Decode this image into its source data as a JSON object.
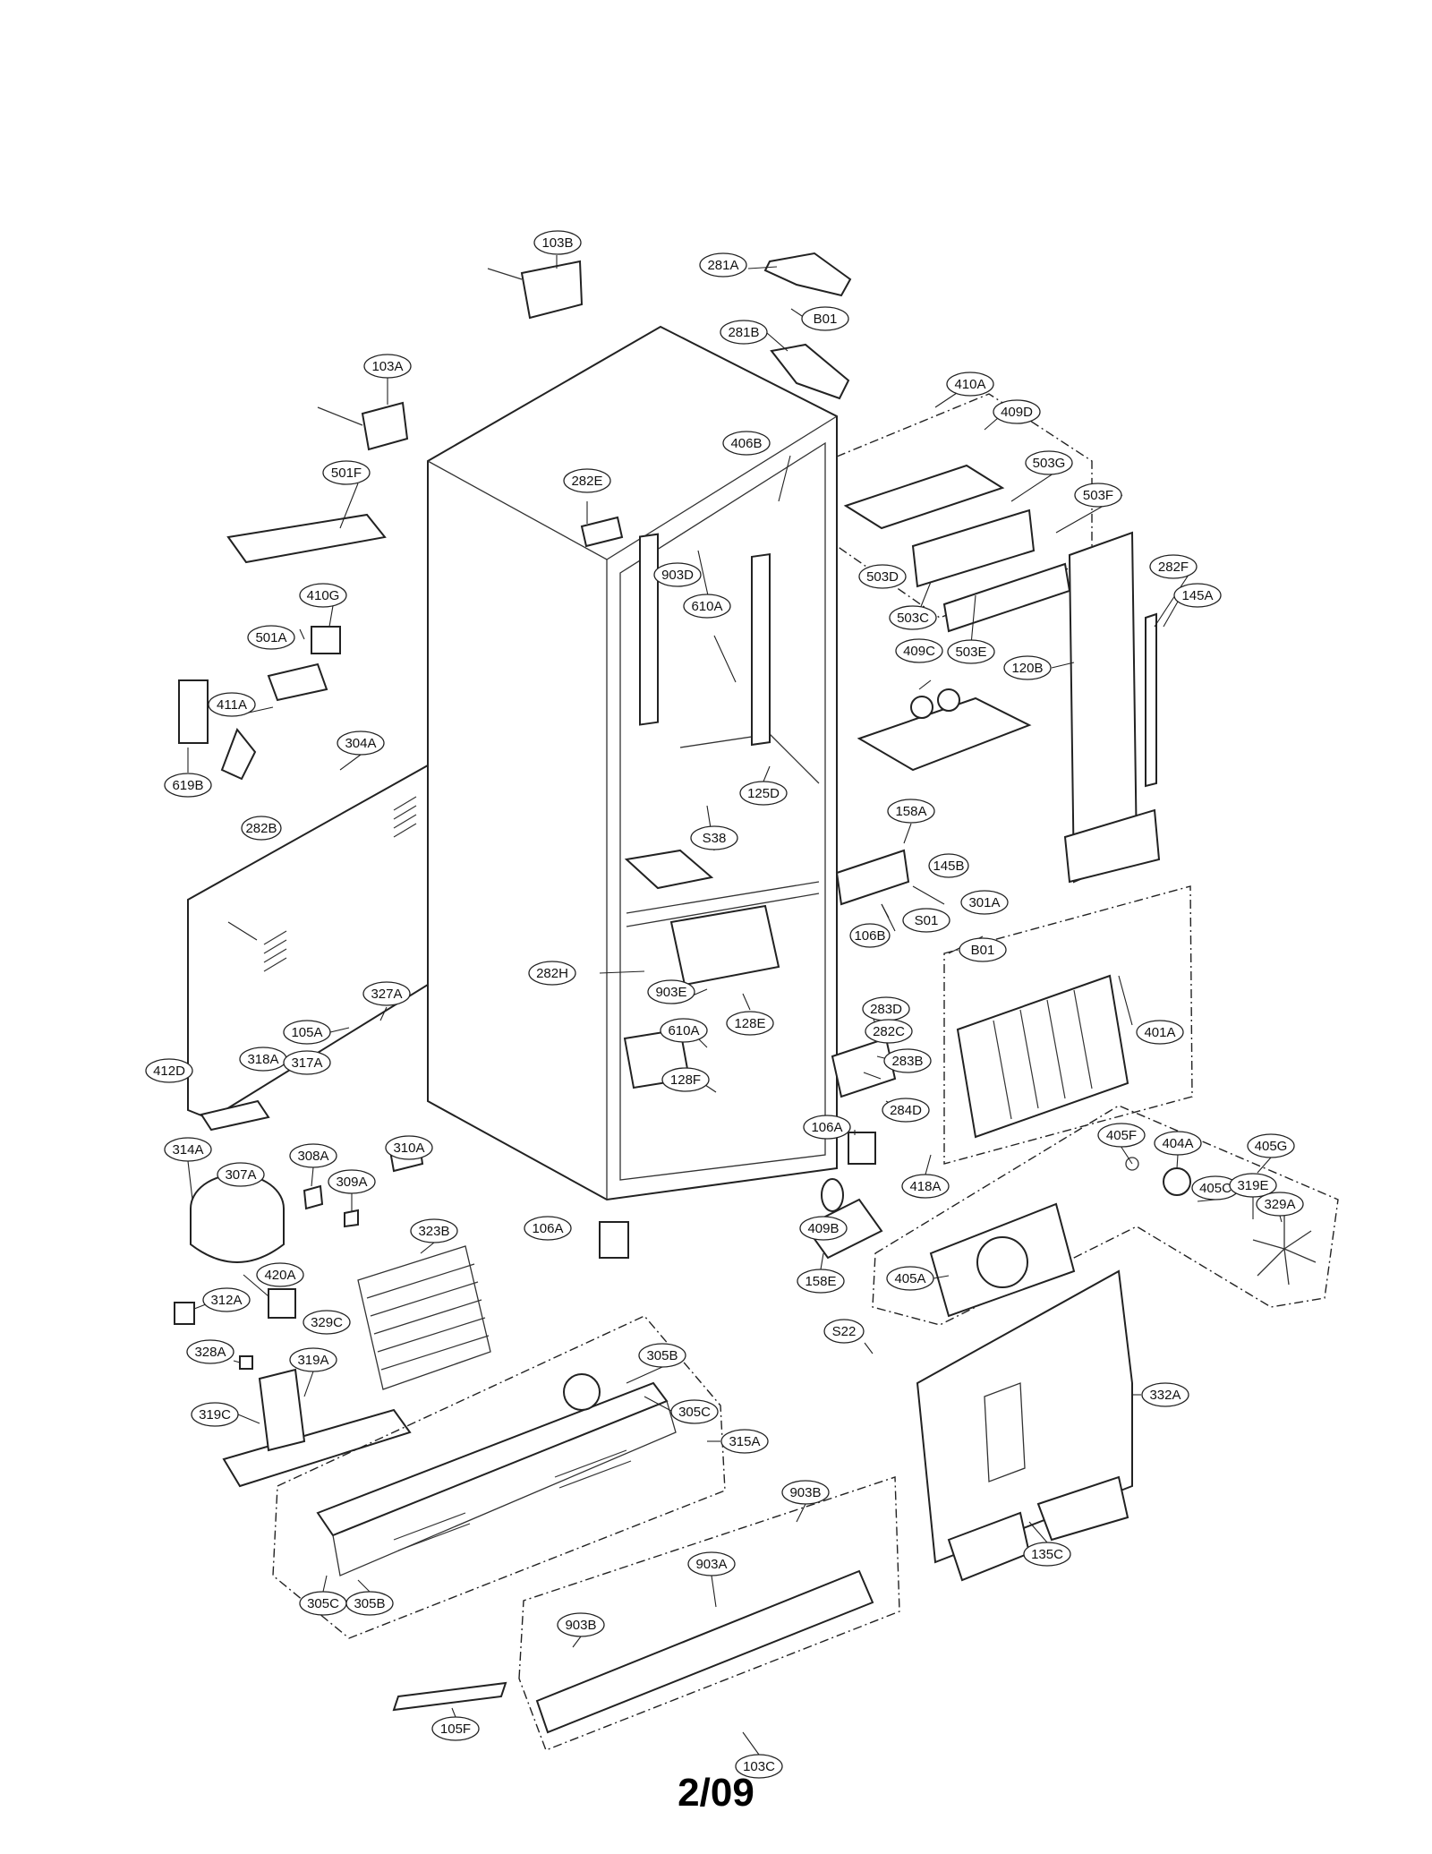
{
  "page_number": "2/09",
  "callouts": [
    "103B",
    "281A",
    "B01",
    "281B",
    "103A",
    "410A",
    "409D",
    "406B",
    "282E",
    "503G",
    "501F",
    "503F",
    "903D",
    "282F",
    "503D",
    "145A",
    "610A",
    "410G",
    "503C",
    "503E",
    "409C",
    "120B",
    "501A",
    "411A",
    "304A",
    "619B",
    "125D",
    "158A",
    "282B",
    "S38",
    "145B",
    "S01",
    "106B",
    "B01",
    "301A",
    "282H",
    "903E",
    "128E",
    "283D",
    "327A",
    "105A",
    "610A",
    "282C",
    "401A",
    "412D",
    "318A",
    "317A",
    "283B",
    "128F",
    "284D",
    "106A",
    "405F",
    "404A",
    "405G",
    "307A",
    "314A",
    "310A",
    "418A",
    "405C",
    "319E",
    "308A",
    "409B",
    "329A",
    "309A",
    "323B",
    "106A",
    "158E",
    "405A",
    "420A",
    "312A",
    "329C",
    "S22",
    "328A",
    "305B",
    "305C",
    "319A",
    "332A",
    "319C",
    "315A",
    "903B",
    "903A",
    "305C",
    "305B",
    "135C",
    "903B",
    "105F",
    "103C"
  ]
}
